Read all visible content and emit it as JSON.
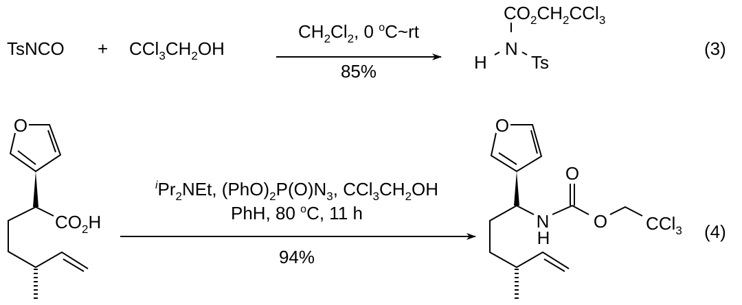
{
  "equation3": {
    "reactant1": "TsNCO",
    "plus": "+",
    "reactant2": {
      "a": "CCl",
      "b": "3",
      "c": "CH",
      "d": "2",
      "e": "OH"
    },
    "conditions_above": {
      "a": "CH",
      "b": "2",
      "c": "Cl",
      "d": "2",
      "e": ", 0 ",
      "f": "o",
      "g": "C~rt"
    },
    "yield": "85%",
    "product": {
      "ester": {
        "a": "CO",
        "b": "2",
        "c": "CH",
        "d": "2",
        "e": "CCl",
        "f": "3"
      },
      "n": "N",
      "h": "H",
      "ts": "Ts"
    },
    "number": "(3)"
  },
  "equation4": {
    "reactant": {
      "o": "O",
      "acid": {
        "a": "CO",
        "b": "2",
        "c": "H"
      }
    },
    "conditions_line1": {
      "a": "i",
      "b": "Pr",
      "c": "2",
      "d": "NEt, (PhO)",
      "e": "2",
      "f": "P(O)N",
      "g": "3",
      "h": ", CCl",
      "i": "3",
      "j": "CH",
      "k": "2",
      "l": "OH"
    },
    "conditions_line2": {
      "a": "PhH, 80 ",
      "b": "o",
      "c": "C, 11 h"
    },
    "yield": "94%",
    "product": {
      "o_ring": "O",
      "o_carbonyl": "O",
      "n": "N",
      "h": "H",
      "o_ester": "O",
      "ccl3": {
        "a": "CCl",
        "b": "3"
      }
    },
    "number": "(4)"
  }
}
